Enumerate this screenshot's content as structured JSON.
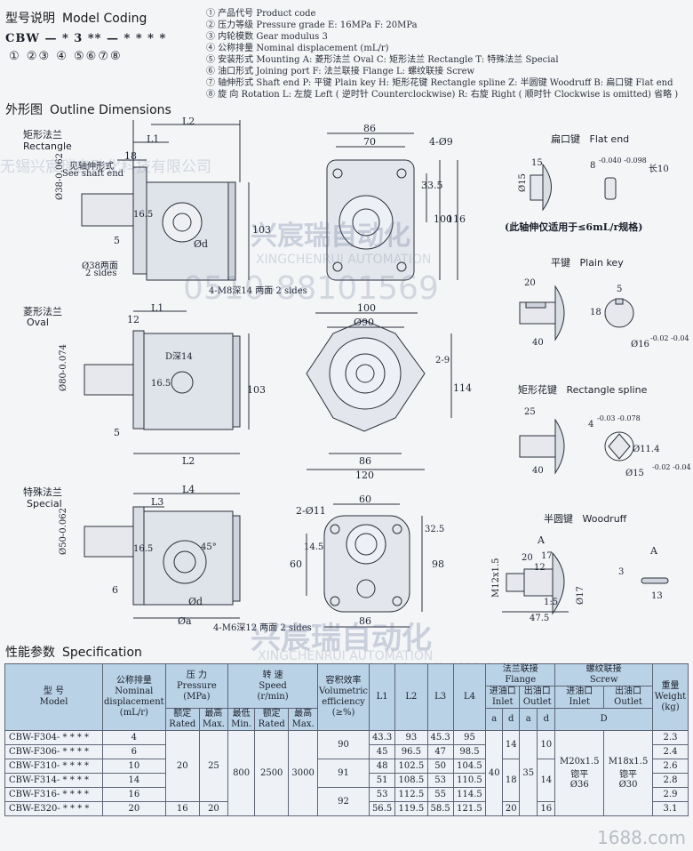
{
  "coding": {
    "title_cn": "型号说明",
    "title_en": "Model Coding",
    "code": "CBW — * 3 ** — * * * *",
    "positions": "①    ②③ ④    ⑤⑥⑦⑧",
    "legend": [
      "① 产品代号  Product code",
      "② 压力等级  Pressure grade  E: 16MPa  F: 20MPa",
      "③ 内轮模数  Gear modulus  3",
      "④ 公称排量  Nominal displacement (mL/r)",
      "⑤ 安装形式  Mounting  A: 菱形法兰 Oval  C: 矩形法兰 Rectangle  T: 特殊法兰 Special",
      "⑥ 油口形式  Joining port  F: 法兰联接 Flange  L: 螺纹联接 Screw",
      "⑦ 轴伸形式  Shaft end  P: 平键 Plain key  H: 矩形花键 Rectangle spline  Z: 半圆键 Woodruff  B: 扁口键 Flat end",
      "⑧ 旋    向  Rotation  L: 左旋 Left ( 逆时针 Counterclockwise)  R: 右旋 Right ( 顺时针 Clockwise is omitted) 省略 )"
    ]
  },
  "outline": {
    "title_cn": "外形图",
    "title_en": "Outline Dimensions",
    "rect_cn": "矩形法兰",
    "rect_en": "Rectangle",
    "oval_cn": "菱形法兰",
    "oval_en": "Oval",
    "special_cn": "特殊法兰",
    "special_en": "Special",
    "see_shaft_cn": "见轴伸形式",
    "see_shaft_en": "See shaft end",
    "both_sides_38": "Ø38两面",
    "two_sides": "2 sides",
    "thread_m8": "4-M8深14 两面 2 sides",
    "thread_m6": "4-M6深12 两面 2 sides",
    "depth14": "D深14",
    "rect_dims": {
      "L2": "L2",
      "L1": "L1",
      "d18": "18",
      "d38": "Ø38-0.062",
      "d165": "16.5",
      "d5": "5",
      "d103": "103",
      "od": "Ød"
    },
    "rect_front": {
      "w86": "86",
      "w70": "70",
      "holes": "4-Ø9",
      "h335": "33.5",
      "h100": "100",
      "h116": "116"
    },
    "oval_dims": {
      "L1": "L1",
      "d12": "12",
      "d80": "Ø80-0.074",
      "d165": "16.5",
      "d103": "103",
      "d5": "5",
      "L2": "L2"
    },
    "oval_front": {
      "w100": "100",
      "d90": "Ø90",
      "d29": "2-9",
      "h114": "114",
      "w86": "86",
      "w120": "120"
    },
    "special_dims": {
      "L4": "L4",
      "L3": "L3",
      "d50": "Ø50-0.062",
      "d165": "16.5",
      "deg": "45°",
      "d6": "6",
      "od": "Ød",
      "oa": "Øa"
    },
    "special_front": {
      "w60": "60",
      "holes": "2-Ø11",
      "h325": "32.5",
      "h145": "14.5",
      "h60": "60",
      "h98": "98",
      "w86": "86"
    }
  },
  "shaft_ends": {
    "flat_cn": "扁口键",
    "flat_en": "Flat end",
    "flat_dims": {
      "d15": "15",
      "d8": "8",
      "tol": "-0.040 -0.098",
      "len": "长10",
      "dia": "Ø15"
    },
    "flat_note": "(此轴伸仅适用于≤6mL/r规格)",
    "plain_cn": "平键",
    "plain_en": "Plain key",
    "plain_dims": {
      "d20": "20",
      "d40": "40",
      "d18": "18",
      "d5": "5",
      "dia": "Ø16",
      "tol": "-0.02 -0.04"
    },
    "spline_cn": "矩形花键",
    "spline_en": "Rectangle spline",
    "spline_dims": {
      "d25": "25",
      "d40": "40",
      "d4": "4",
      "tol4": "-0.03 -0.078",
      "d114": "Ø11.4",
      "d15": "Ø15",
      "tol15": "-0.02 -0.04"
    },
    "woodruff_cn": "半圆键",
    "woodruff_en": "Woodruff",
    "woodruff_dims": {
      "A": "A",
      "d20": "20",
      "d17": "17",
      "d12": "12",
      "m12": "M12x1.5",
      "ratio": "1:5",
      "d475": "47.5",
      "d17b": "Ø17",
      "d3": "3",
      "d13": "13"
    }
  },
  "watermarks": {
    "company": "无锡兴宸瑞自动化科技有限公司",
    "brand_cn": "兴宸瑞自动化",
    "brand_en": "XINGCHENRUI AUTOMATION",
    "phone": "0510-88101569",
    "site": "1688.com"
  },
  "spec": {
    "title_cn": "性能参数",
    "title_en": "Specification",
    "headers": {
      "model": "型    号\nModel",
      "disp": "公称排量\nNominal\ndisplacement\n(mL/r)",
      "pressure": "压    力\nPressure\n(MPa)",
      "speed": "转    速\nSpeed\n(r/min)",
      "eff": "容积效率\nVolumetric\nefficiency\n(≥%)",
      "L1": "L1",
      "L2": "L2",
      "L3": "L3",
      "L4": "L4",
      "flange": "法兰联接\nFlange",
      "screw": "螺纹联接\nScrew",
      "weight": "重量\nWeight\n(kg)",
      "rated": "额定\nRated",
      "max": "最高\nMax.",
      "min": "最低\nMin.",
      "inlet": "进油口\nInlet",
      "outlet": "出油口\nOutlet",
      "a": "a",
      "d": "d",
      "D": "D"
    },
    "rows": [
      {
        "model": "CBW-F304- * * * *",
        "disp": "4",
        "L1": "43.3",
        "L2": "93",
        "L3": "45.3",
        "L4": "95",
        "weight": "2.3"
      },
      {
        "model": "CBW-F306- * * * *",
        "disp": "6",
        "L1": "45",
        "L2": "96.5",
        "L3": "47",
        "L4": "98.5",
        "weight": "2.4"
      },
      {
        "model": "CBW-F310- * * * *",
        "disp": "10",
        "L1": "48",
        "L2": "102.5",
        "L3": "50",
        "L4": "104.5",
        "weight": "2.6"
      },
      {
        "model": "CBW-F314- * * * *",
        "disp": "14",
        "L1": "51",
        "L2": "108.5",
        "L3": "53",
        "L4": "110.5",
        "weight": "2.8"
      },
      {
        "model": "CBW-F316- * * * *",
        "disp": "16",
        "L1": "53",
        "L2": "112.5",
        "L3": "55",
        "L4": "114.5",
        "weight": "2.9"
      },
      {
        "model": "CBW-E320- * * * *",
        "disp": "20",
        "L1": "56.5",
        "L2": "119.5",
        "L3": "58.5",
        "L4": "121.5",
        "weight": "3.1"
      }
    ],
    "merged": {
      "rated_20": "20",
      "max_25": "25",
      "rated_16": "16",
      "max_20": "20",
      "min": "800",
      "speed_rated": "2500",
      "speed_max": "3000",
      "eff_90": "90",
      "eff_91": "91",
      "eff_92": "92",
      "in_a": "40",
      "in_d_14": "14",
      "in_d_18": "18",
      "in_d_20": "20",
      "out_a": "35",
      "out_d_10": "10",
      "out_d_14": "14",
      "out_d_16": "16",
      "screw_in": "M20x1.5\n锪平\nØ36",
      "screw_out": "M18x1.5\n锪平\nØ30"
    }
  }
}
